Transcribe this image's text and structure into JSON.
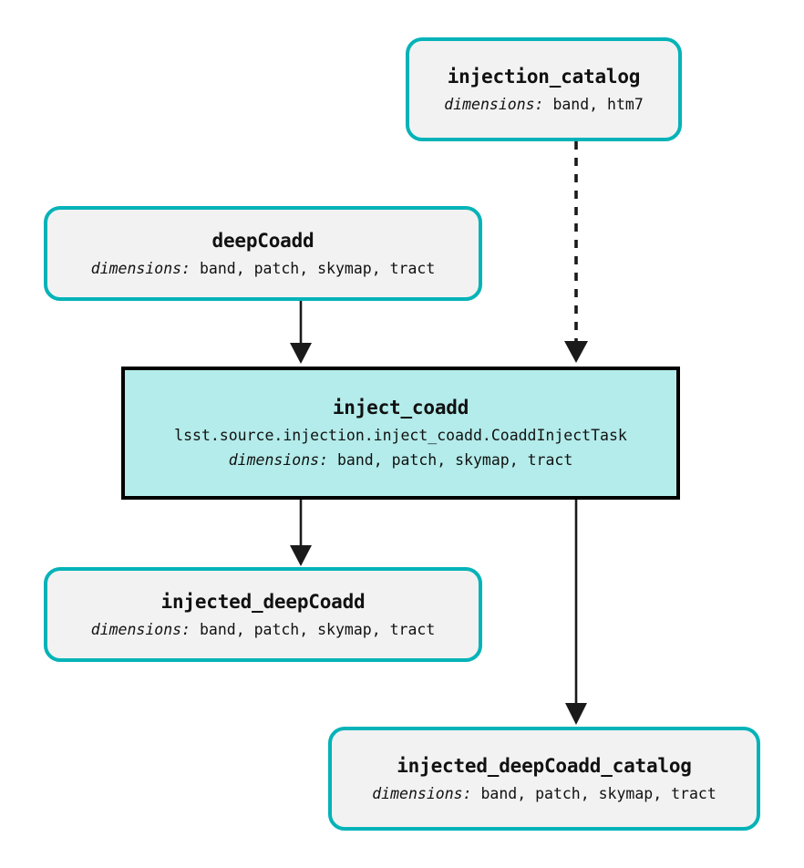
{
  "diagram": {
    "title": "pipeline-graph",
    "dimensions_label": "dimensions:",
    "colors": {
      "dataset_border": "#04b3b8",
      "dataset_fill": "#f2f2f2",
      "task_border": "#000000",
      "task_fill": "#b3ecea",
      "edge": "#1a1a1a",
      "text": "#111111",
      "background": "#ffffff"
    },
    "nodes": [
      {
        "id": "injection_catalog",
        "kind": "dataset",
        "title": "injection_catalog",
        "dimensions": "band, htm7"
      },
      {
        "id": "deepCoadd",
        "kind": "dataset",
        "title": "deepCoadd",
        "dimensions": "band, patch, skymap, tract"
      },
      {
        "id": "inject_coadd",
        "kind": "task",
        "title": "inject_coadd",
        "task_class": "lsst.source.injection.inject_coadd.CoaddInjectTask",
        "dimensions": "band, patch, skymap, tract"
      },
      {
        "id": "injected_deepCoadd",
        "kind": "dataset",
        "title": "injected_deepCoadd",
        "dimensions": "band, patch, skymap, tract"
      },
      {
        "id": "injected_deepCoadd_catalog",
        "kind": "dataset",
        "title": "injected_deepCoadd_catalog",
        "dimensions": "band, patch, skymap, tract"
      }
    ],
    "edges": [
      {
        "id": "injection_catalog-to-inject_coadd",
        "from": "injection_catalog",
        "to": "inject_coadd",
        "style": "dashed"
      },
      {
        "id": "deepCoadd-to-inject_coadd",
        "from": "deepCoadd",
        "to": "inject_coadd",
        "style": "solid"
      },
      {
        "id": "inject_coadd-to-injected_deepCoadd",
        "from": "inject_coadd",
        "to": "injected_deepCoadd",
        "style": "solid"
      },
      {
        "id": "inject_coadd-to-injected_deepCoadd_catalog",
        "from": "inject_coadd",
        "to": "injected_deepCoadd_catalog",
        "style": "solid"
      }
    ]
  }
}
